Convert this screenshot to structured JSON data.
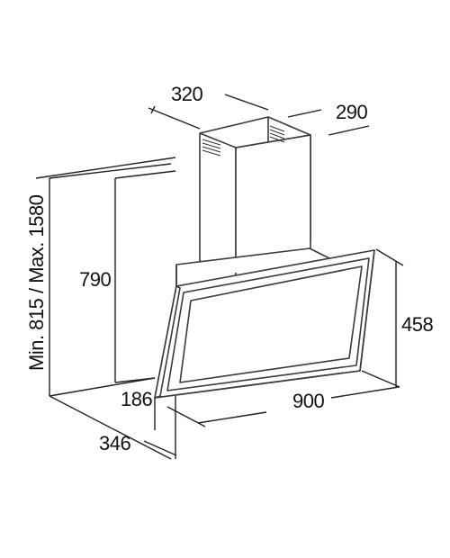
{
  "dimensions": {
    "chimney_width": "320",
    "chimney_depth": "290",
    "total_height": "Min. 815 / Max. 1580",
    "chimney_height": "790",
    "hood_height": "458",
    "hood_depth_top": "186",
    "hood_width": "900",
    "hood_depth": "346"
  }
}
